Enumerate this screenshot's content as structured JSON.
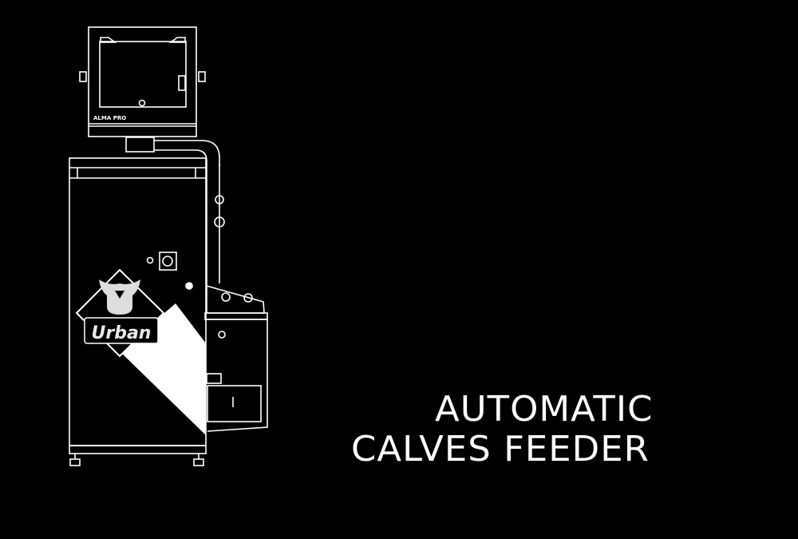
{
  "hero": {
    "headline_line1": "AUTOMATIC",
    "headline_line2": "CALVES FEEDER"
  },
  "machine": {
    "monitor_label": "ALMA PRO",
    "logo_text": "Urban",
    "line_color": "#ffffff",
    "background_color": "#000000"
  }
}
